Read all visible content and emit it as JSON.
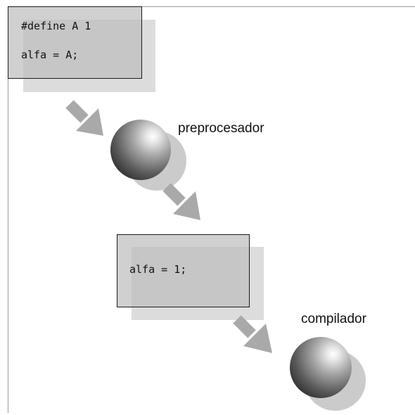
{
  "source_box": {
    "lines": [
      "#define A 1",
      "alfa = A;"
    ]
  },
  "processor_1": {
    "label": "preprocesador"
  },
  "output_box": {
    "lines": [
      "alfa = 1;"
    ]
  },
  "processor_2": {
    "label": "compilador"
  },
  "colors": {
    "arrow": "#a9a9a9",
    "box_fill": "#bebebe",
    "shadow": "#dcdcdc",
    "border": "#1b1b1b"
  }
}
